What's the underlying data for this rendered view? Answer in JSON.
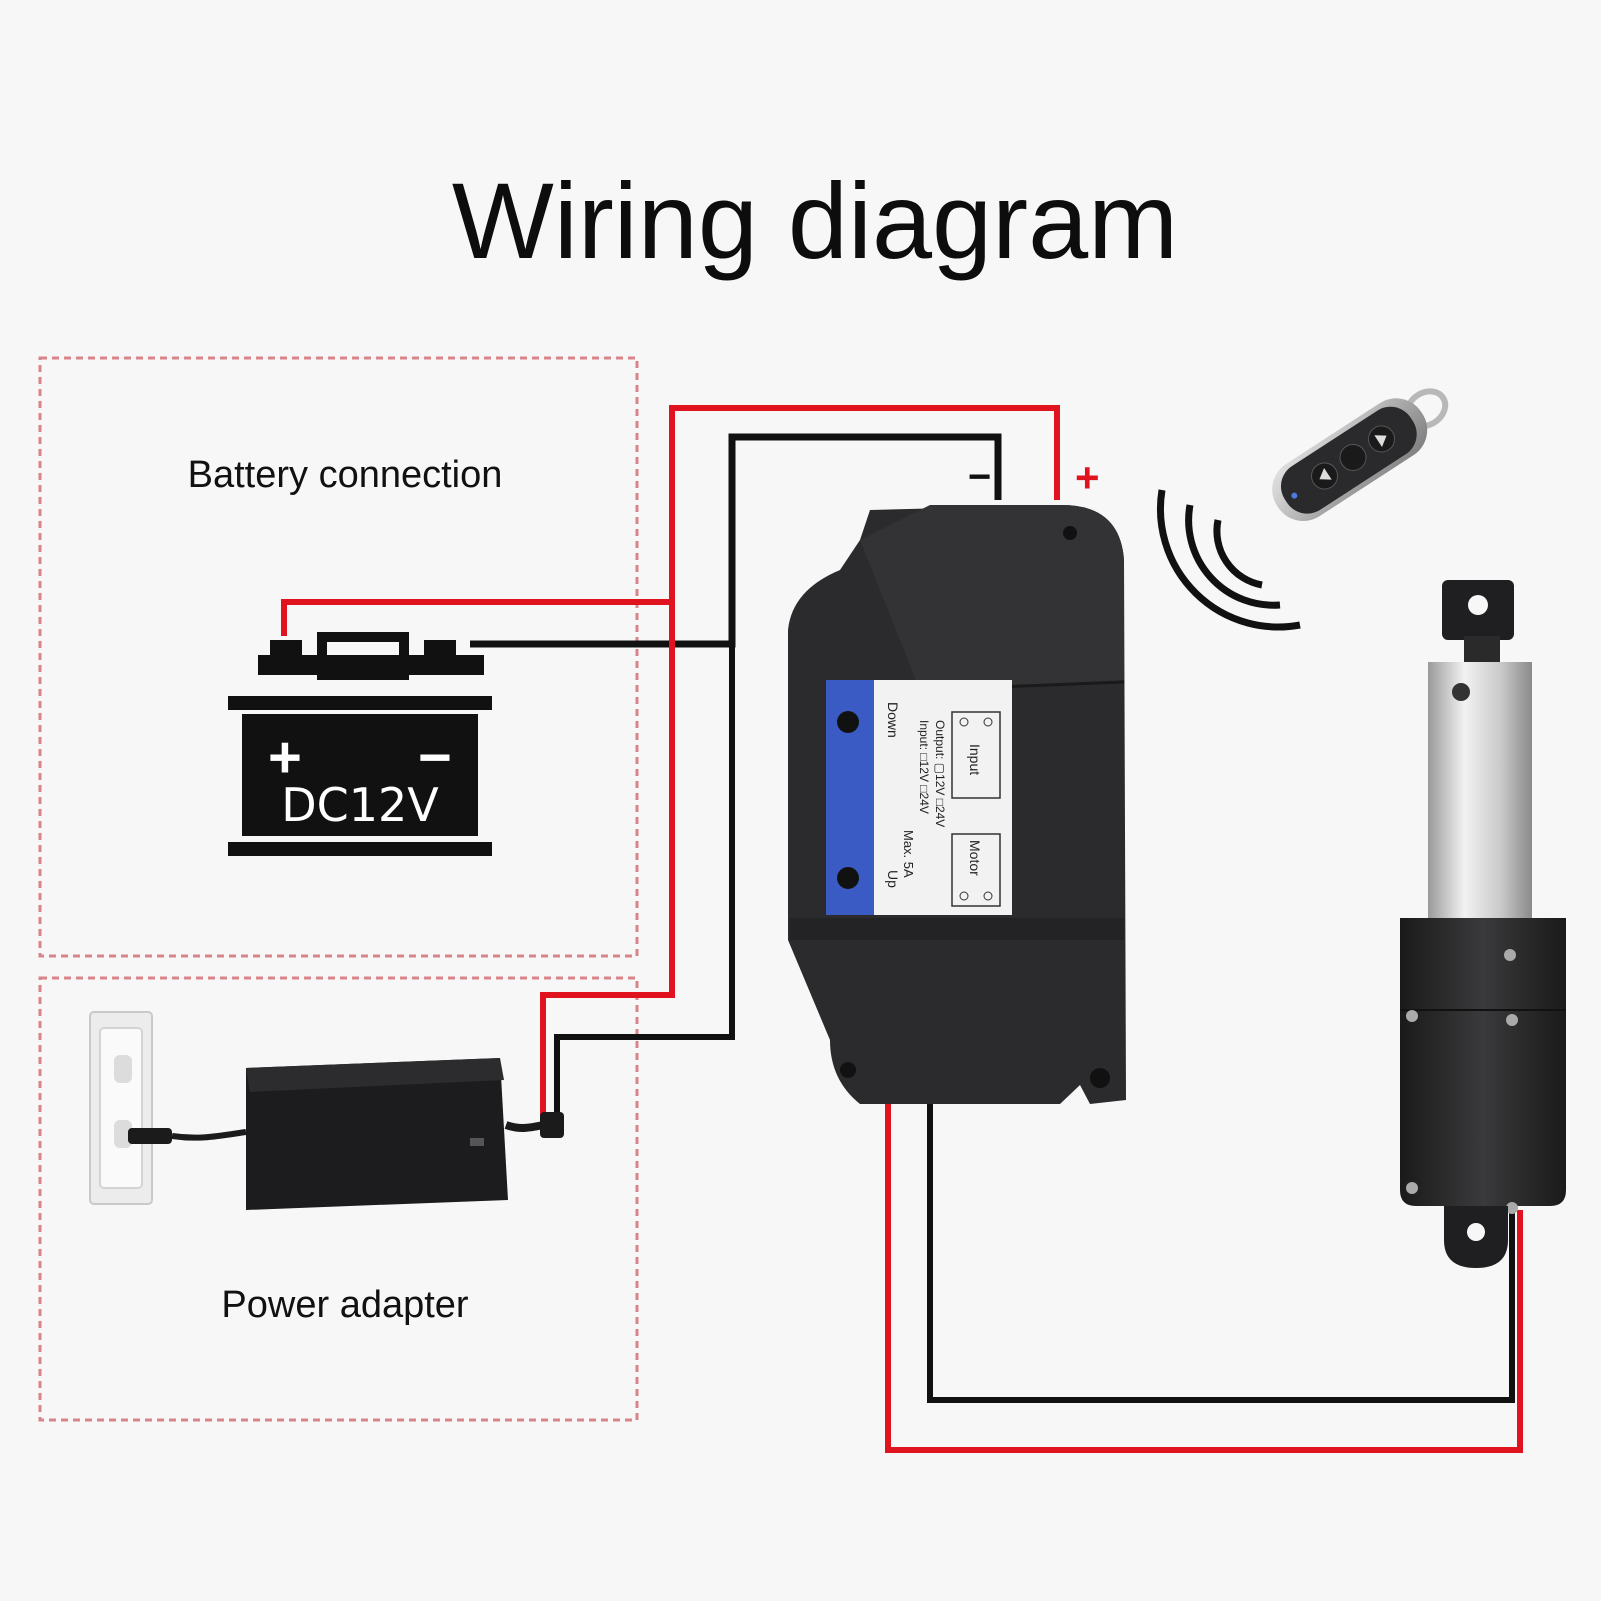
{
  "title": "Wiring diagram",
  "sections": {
    "battery": "Battery connection",
    "adapter": "Power adapter"
  },
  "battery_label": "DC12V",
  "polarity": {
    "plus": "+",
    "minus": "−"
  },
  "controller": {
    "down": "Down",
    "up": "Up",
    "max": "Max. 5A",
    "input_line": "Input:  □12V  □24V",
    "output_line": "Output: ▢12V  □24V",
    "input_box": "Input",
    "motor_box": "Motor"
  },
  "colors": {
    "positive_wire": "#e0141e",
    "negative_wire": "#111111",
    "dashed_border": "#d9848b",
    "controller_body": "#2b2b2d",
    "label_blue": "#3a5bc4"
  }
}
